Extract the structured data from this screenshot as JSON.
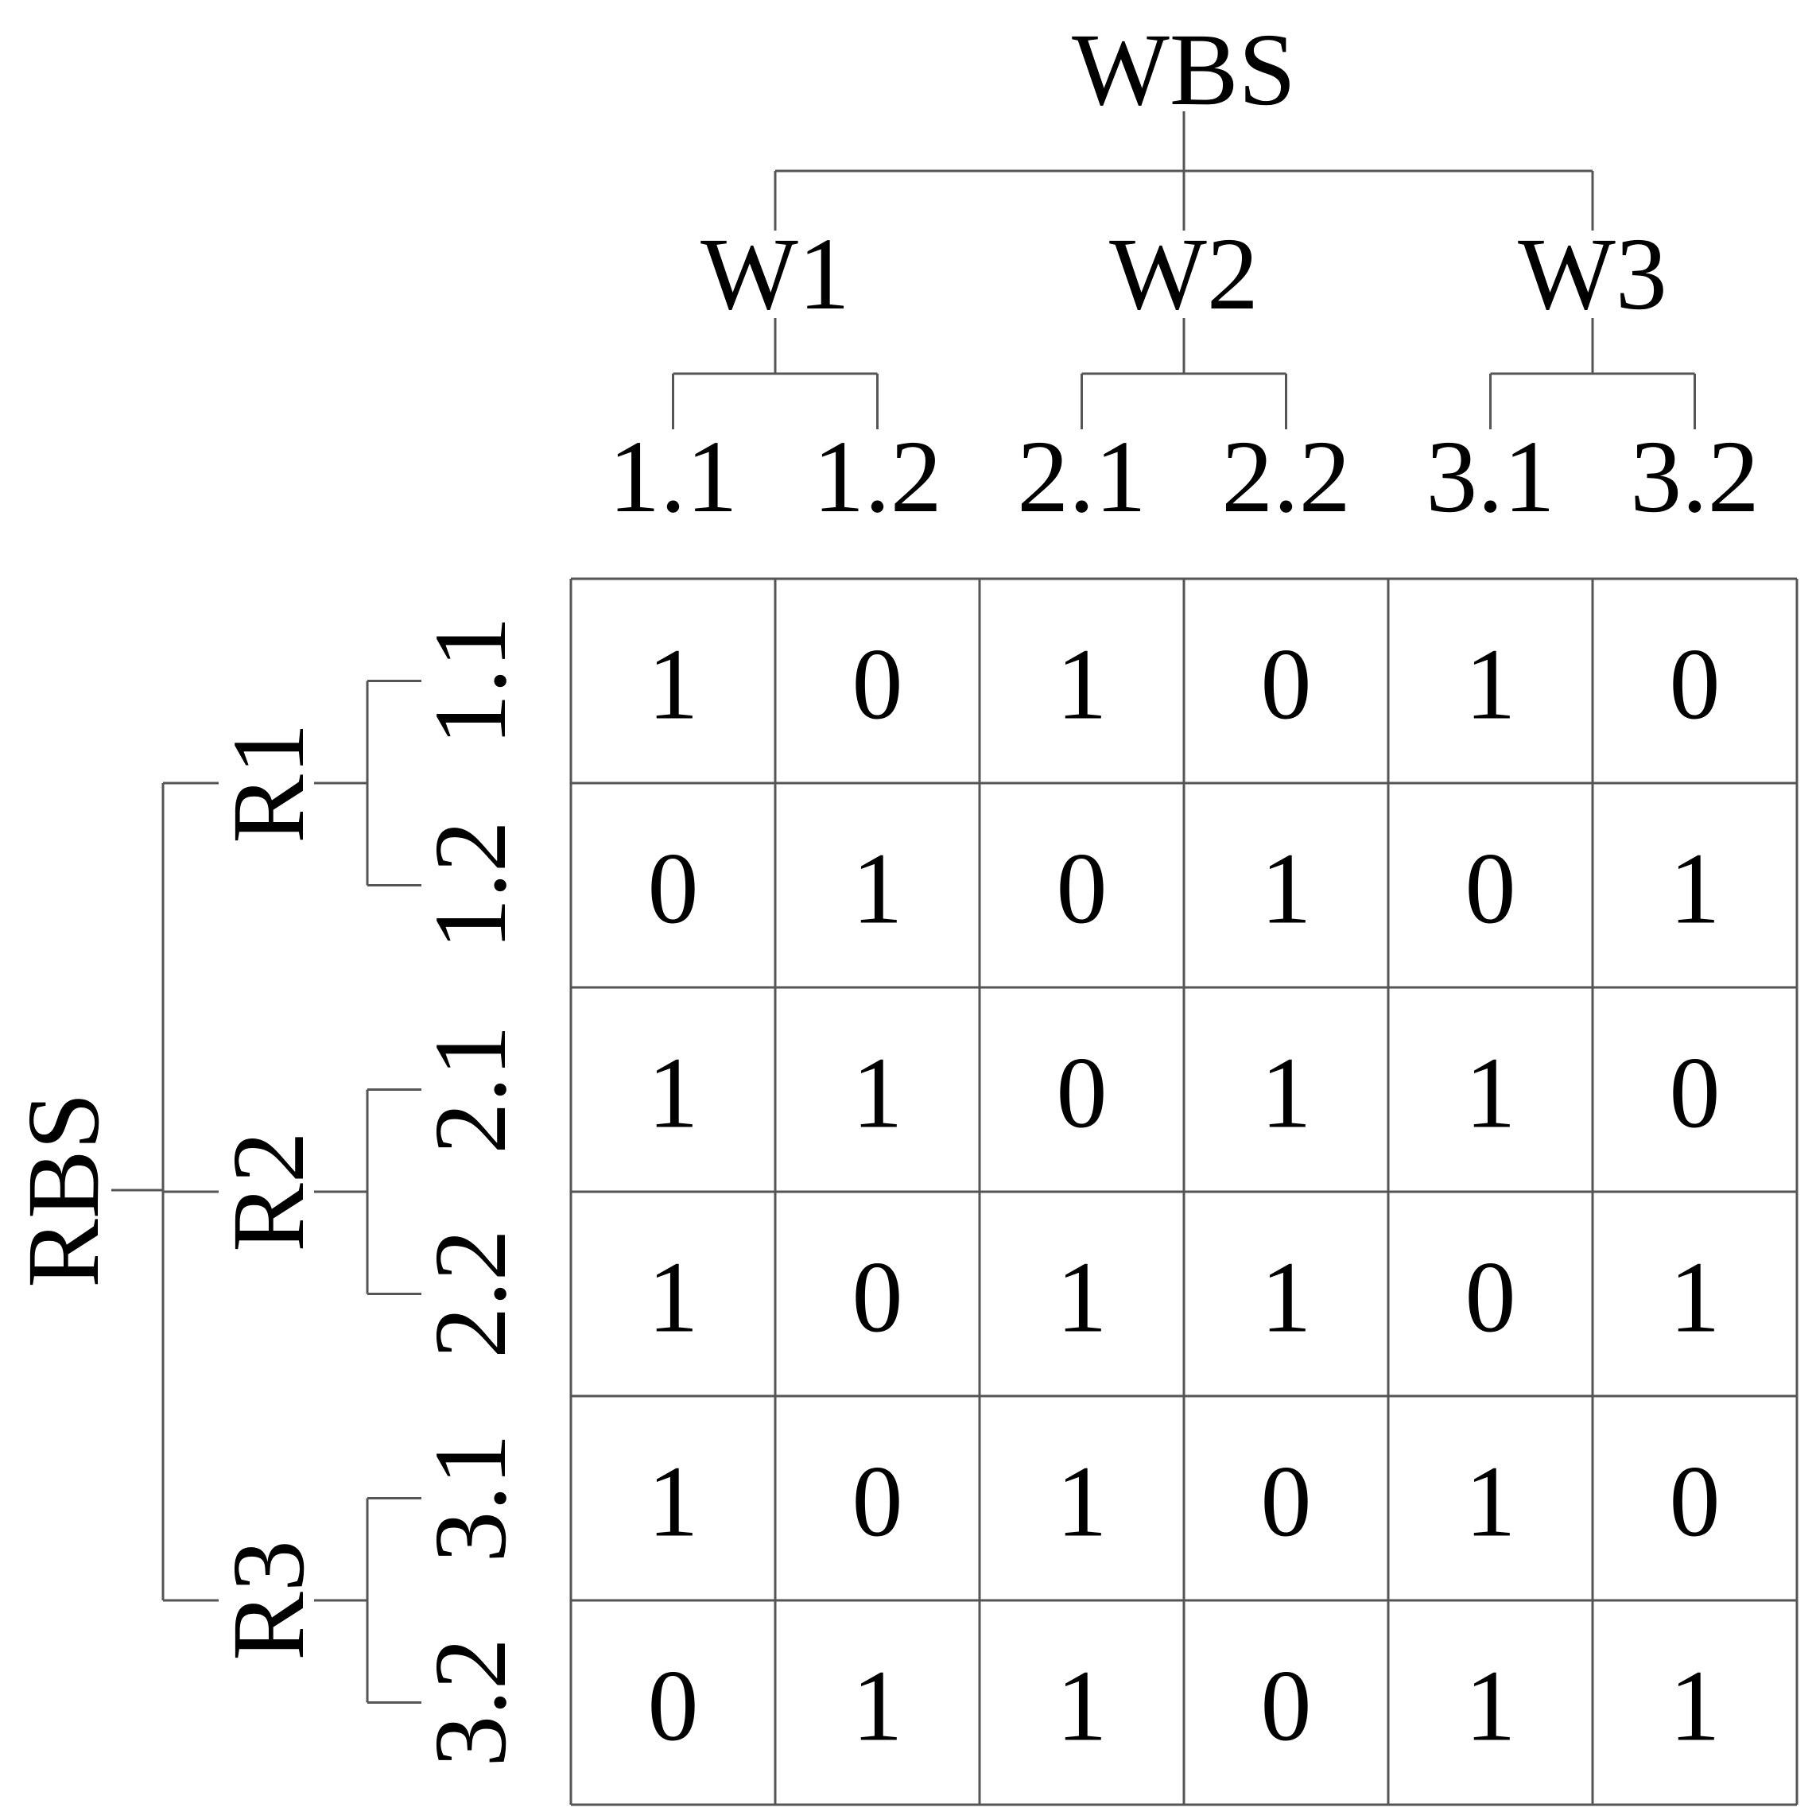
{
  "wbs": {
    "root": "WBS",
    "groups": [
      {
        "label": "W1",
        "children": [
          "1.1",
          "1.2"
        ]
      },
      {
        "label": "W2",
        "children": [
          "2.1",
          "2.2"
        ]
      },
      {
        "label": "W3",
        "children": [
          "3.1",
          "3.2"
        ]
      }
    ]
  },
  "rbs": {
    "root": "RBS",
    "groups": [
      {
        "label": "R1",
        "children": [
          "1.1",
          "1.2"
        ]
      },
      {
        "label": "R2",
        "children": [
          "2.1",
          "2.2"
        ]
      },
      {
        "label": "R3",
        "children": [
          "3.1",
          "3.2"
        ]
      }
    ]
  },
  "matrix": [
    [
      "1",
      "0",
      "1",
      "0",
      "1",
      "0"
    ],
    [
      "0",
      "1",
      "0",
      "1",
      "0",
      "1"
    ],
    [
      "1",
      "1",
      "0",
      "1",
      "1",
      "0"
    ],
    [
      "1",
      "0",
      "1",
      "1",
      "0",
      "1"
    ],
    [
      "1",
      "0",
      "1",
      "0",
      "1",
      "0"
    ],
    [
      "0",
      "1",
      "1",
      "0",
      "1",
      "1"
    ]
  ]
}
